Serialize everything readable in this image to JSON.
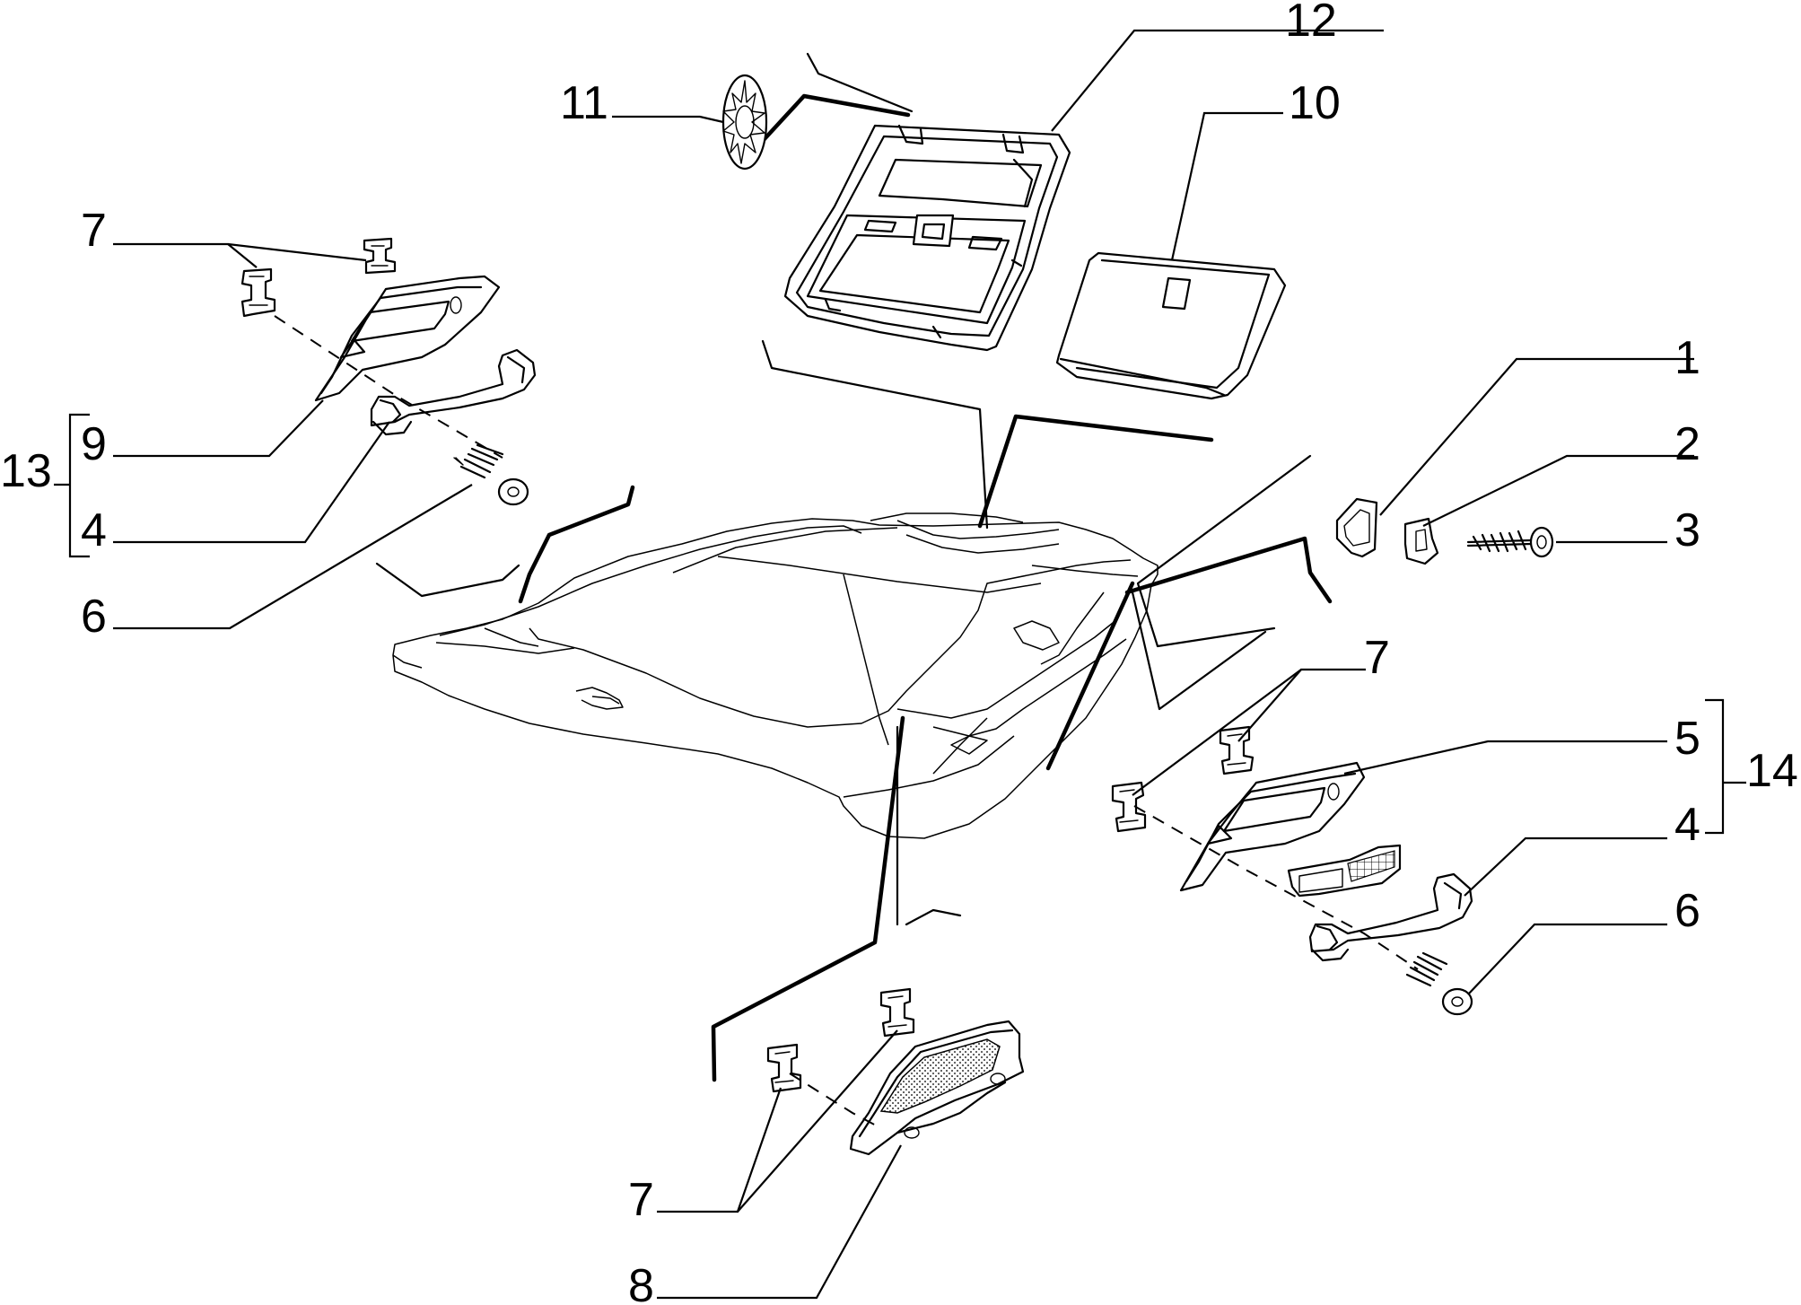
{
  "callouts": {
    "c1": "1",
    "c2": "2",
    "c3": "3",
    "c4_left": "4",
    "c4_right": "4",
    "c5": "5",
    "c6_left": "6",
    "c6_right": "6",
    "c7_top_left": "7",
    "c7_right": "7",
    "c7_bottom": "7",
    "c8": "8",
    "c9": "9",
    "c10": "10",
    "c11": "11",
    "c12": "12",
    "c13": "13",
    "c14": "14"
  }
}
